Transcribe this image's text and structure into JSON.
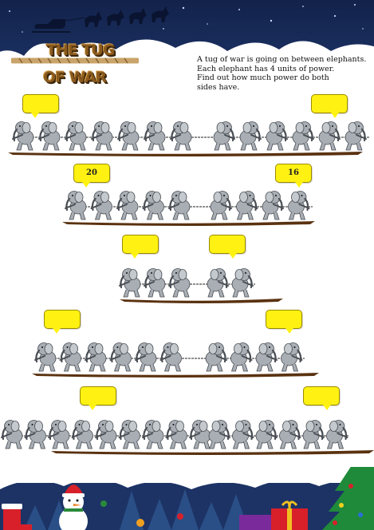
{
  "title": {
    "line1": "THE TUG",
    "line2": "OF WAR"
  },
  "instructions": {
    "lines": [
      "A tug of war is going on between elephants.",
      "Each elephant has 4 units of power.",
      "Find out how much power do both",
      "sides have."
    ]
  },
  "rows": [
    {
      "left_count": 7,
      "right_count": 6,
      "left_answer": "",
      "right_answer": ""
    },
    {
      "left_count": 5,
      "right_count": 4,
      "left_answer": "20",
      "right_answer": "16"
    },
    {
      "left_count": 3,
      "right_count": 2,
      "left_answer": "",
      "right_answer": ""
    },
    {
      "left_count": 6,
      "right_count": 4,
      "left_answer": "",
      "right_answer": ""
    },
    {
      "left_count": 9,
      "right_count": 6,
      "left_answer": "",
      "right_answer": ""
    }
  ],
  "units_per_elephant": 4,
  "colors": {
    "bubble": "#fff212",
    "ground": "#5a3210",
    "sky": "#1d3366",
    "elephant": "#a8aeb4"
  }
}
